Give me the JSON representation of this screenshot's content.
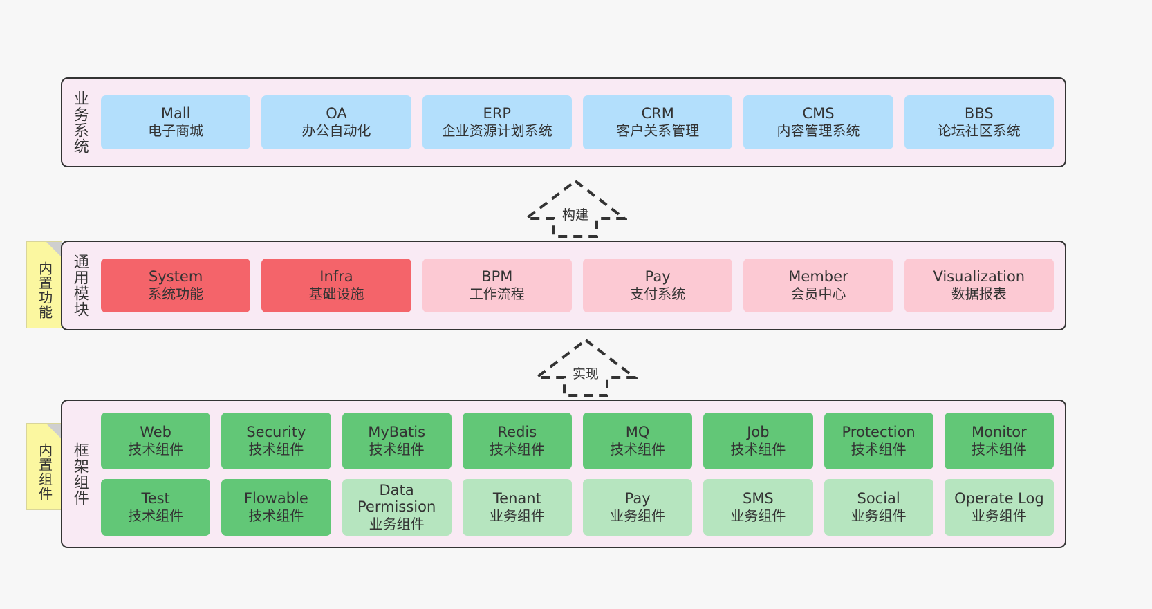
{
  "diagram": {
    "title": "Architecture layers diagram",
    "colors": {
      "panel_bg": "#f9eaf4",
      "panel_border": "#333333",
      "blue_card": "#b3dffc",
      "red_card": "#f4646a",
      "pink_card": "#fcc9d3",
      "green_card": "#62c777",
      "light_green_card": "#b6e5bf",
      "sticky_yellow": "#fbf7a0",
      "canvas_bg": "#f7f7f7"
    }
  },
  "layers": {
    "business": {
      "title": "业务系统",
      "cards": [
        {
          "name": "Mall",
          "desc": "电子商城"
        },
        {
          "name": "OA",
          "desc": "办公自动化"
        },
        {
          "name": "ERP",
          "desc": "企业资源计划系统"
        },
        {
          "name": "CRM",
          "desc": "客户关系管理"
        },
        {
          "name": "CMS",
          "desc": "内容管理系统"
        },
        {
          "name": "BBS",
          "desc": "论坛社区系统"
        }
      ]
    },
    "modules": {
      "title": "通用模块",
      "sticky": "内置功能",
      "cards": [
        {
          "name": "System",
          "desc": "系统功能",
          "variant": "c-red"
        },
        {
          "name": "Infra",
          "desc": "基础设施",
          "variant": "c-red"
        },
        {
          "name": "BPM",
          "desc": "工作流程",
          "variant": "c-pink"
        },
        {
          "name": "Pay",
          "desc": "支付系统",
          "variant": "c-pink"
        },
        {
          "name": "Member",
          "desc": "会员中心",
          "variant": "c-pink"
        },
        {
          "name": "Visualization",
          "desc": "数据报表",
          "variant": "c-pink"
        }
      ]
    },
    "framework": {
      "title": "框架组件",
      "sticky": "内置组件",
      "row1": [
        {
          "name": "Web",
          "desc": "技术组件",
          "variant": "c-green"
        },
        {
          "name": "Security",
          "desc": "技术组件",
          "variant": "c-green"
        },
        {
          "name": "MyBatis",
          "desc": "技术组件",
          "variant": "c-green"
        },
        {
          "name": "Redis",
          "desc": "技术组件",
          "variant": "c-green"
        },
        {
          "name": "MQ",
          "desc": "技术组件",
          "variant": "c-green"
        },
        {
          "name": "Job",
          "desc": "技术组件",
          "variant": "c-green"
        },
        {
          "name": "Protection",
          "desc": "技术组件",
          "variant": "c-green"
        },
        {
          "name": "Monitor",
          "desc": "技术组件",
          "variant": "c-green"
        }
      ],
      "row2": [
        {
          "name": "Test",
          "desc": "技术组件",
          "variant": "c-green"
        },
        {
          "name": "Flowable",
          "desc": "技术组件",
          "variant": "c-green"
        },
        {
          "name": "Data Permission",
          "desc": "业务组件",
          "variant": "c-lightgreen"
        },
        {
          "name": "Tenant",
          "desc": "业务组件",
          "variant": "c-lightgreen"
        },
        {
          "name": "Pay",
          "desc": "业务组件",
          "variant": "c-lightgreen"
        },
        {
          "name": "SMS",
          "desc": "业务组件",
          "variant": "c-lightgreen"
        },
        {
          "name": "Social",
          "desc": "业务组件",
          "variant": "c-lightgreen"
        },
        {
          "name": "Operate Log",
          "desc": "业务组件",
          "variant": "c-lightgreen"
        }
      ]
    }
  },
  "arrows": [
    {
      "id": "build",
      "label": "构建",
      "direction": "up"
    },
    {
      "id": "impl",
      "label": "实现",
      "direction": "up"
    }
  ]
}
